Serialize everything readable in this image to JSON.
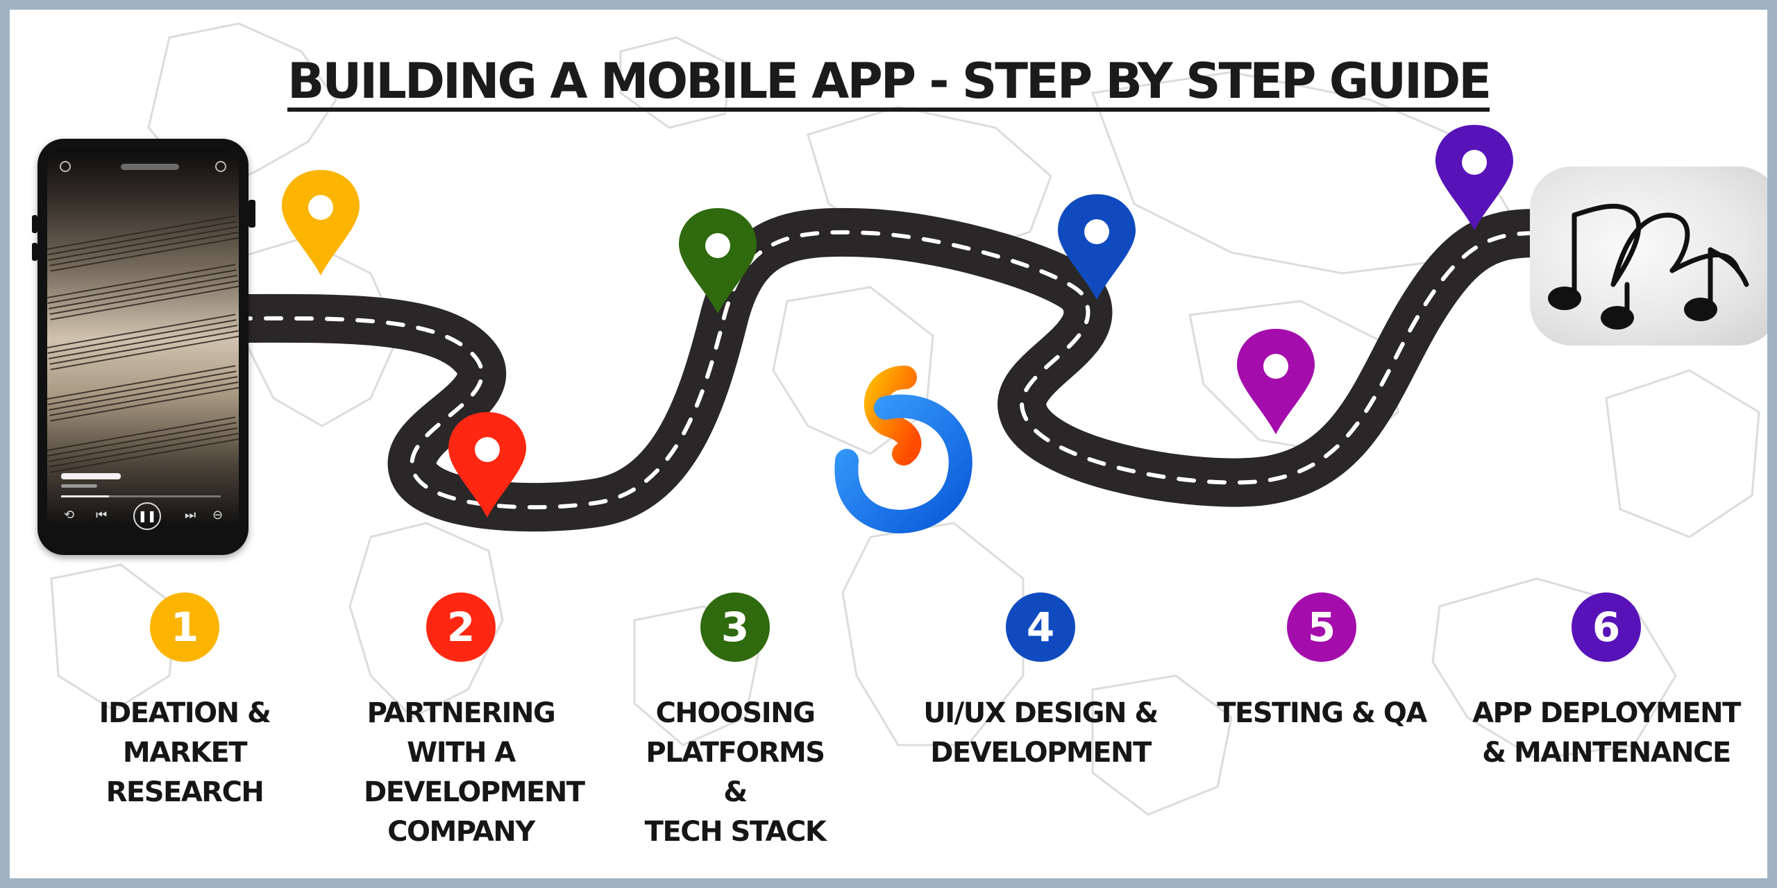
{
  "title": "BUILDING A MOBILE APP - STEP BY STEP GUIDE",
  "colors": {
    "step1": "#fbb400",
    "step2": "#fe2711",
    "step3": "#2f6a0e",
    "step4": "#0f4bbf",
    "step5": "#a40dab",
    "step6": "#5713b8",
    "road": "#2a2728"
  },
  "phone": {
    "content": "music player app with sheet-music artwork",
    "controls": [
      "repeat-icon",
      "previous-icon",
      "pause-icon",
      "next-icon",
      "menu-icon"
    ],
    "progress": 0.3
  },
  "destination_icon": "music-notes-heart-icon",
  "center_logo": "brand-s-logo-icon",
  "steps": [
    {
      "number": "1",
      "label": "IDEATION &\nMARKET\nRESEARCH"
    },
    {
      "number": "2",
      "label": "PARTNERING\nWITH A\nDEVELOPMENT\nCOMPANY"
    },
    {
      "number": "3",
      "label": "CHOOSING\nPLATFORMS &\nTECH STACK"
    },
    {
      "number": "4",
      "label": "UI/UX DESIGN &\nDEVELOPMENT"
    },
    {
      "number": "5",
      "label": "TESTING & QA"
    },
    {
      "number": "6",
      "label": "APP DEPLOYMENT\n& MAINTENANCE"
    }
  ]
}
